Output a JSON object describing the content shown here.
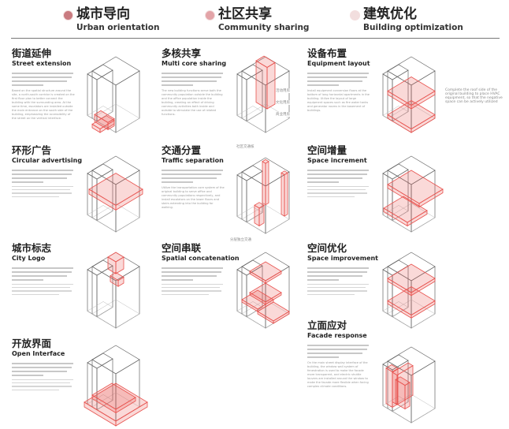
{
  "header": {
    "categories": [
      {
        "zh": "城市导向",
        "en": "Urban orientation",
        "color": "#c97b80"
      },
      {
        "zh": "社区共享",
        "en": "Community sharing",
        "color": "#e3a4a8"
      },
      {
        "zh": "建筑优化",
        "en": "Building optimization",
        "color": "#f2dede"
      }
    ]
  },
  "colors": {
    "accent": "#e8534f",
    "fill": "#f2c4c4",
    "line": "#555555"
  },
  "sections": [
    {
      "zh": "街道延伸",
      "en": "Street extension",
      "desc_en": "Based on the spatial structure around the site, a north-south corridor is created on the first floor plan to better connect the building with the surrounding area. At the same time, escalators are installed outside the main entrance on the south side of the building, emphasizing the accessibility of the street on the vertical interface.",
      "labels": []
    },
    {
      "zh": "多核共享",
      "en": "Multi core sharing",
      "desc_en": "The new building functions serve both the community population outside the building and the office population inside the building, creating an effect of driving community activities both inside and outside to stimulate the use of related functions.",
      "labels": [
        "活动用房",
        "文化用房",
        "商业用房"
      ]
    },
    {
      "zh": "设备布置",
      "en": "Equipment layout",
      "desc_en": "Install equipment conversion floors at the bottom of long horizontal apartments in the building. Utilize the layout of large equipment spaces such as fire water tanks and generator rooms in the basement of buildings.",
      "labels": [
        "Complete the roof side of the original building to place HVAC equipment, so that the negative space can be actively utilized"
      ]
    },
    {
      "zh": "环形广告",
      "en": "Circular advertising",
      "desc_en": "",
      "labels": []
    },
    {
      "zh": "交通分置",
      "en": "Traffic separation",
      "desc_en": "Utilize the transportation core system of the original building to serve office and community populations respectively, and install escalators on the lower floors and stairs extending into the building for walking.",
      "labels": [
        "社区交通核",
        "分层独立交通"
      ]
    },
    {
      "zh": "空间增量",
      "en": "Space increment",
      "desc_en": "",
      "labels": []
    },
    {
      "zh": "城市标志",
      "en": "City Logo",
      "desc_en": "",
      "labels": []
    },
    {
      "zh": "空间串联",
      "en": "Spatial concatenation",
      "desc_en": "",
      "labels": []
    },
    {
      "zh": "空间优化",
      "en": "Space improvement",
      "desc_en": "",
      "labels": []
    },
    {
      "zh": "开放界面",
      "en": "Open Interface",
      "desc_en": "",
      "labels": []
    },
    {
      "zh": "立面应对",
      "en": "Facade response",
      "desc_en": "On the main street display interface of the building, the window wall system of fenestration is used to make the facade more transparent, and electric shuttle louvers are installed around the window to make the facade more flexible when facing complex climate conditions.",
      "labels": []
    }
  ]
}
